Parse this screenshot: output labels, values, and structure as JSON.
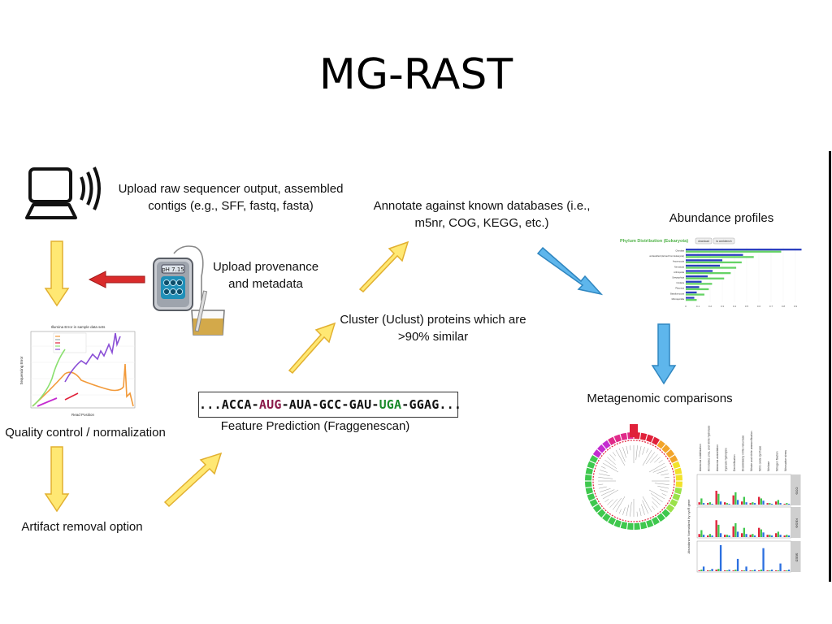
{
  "slide": {
    "title": "MG-RAST"
  },
  "steps": {
    "upload_raw": "Upload raw sequencer output, assembled contigs (e.g., SFF, fastq, fasta)",
    "upload_meta": "Upload provenance and metadata",
    "quality": "Quality control / normalization",
    "artifact": "Artifact removal option",
    "feature": "Feature Prediction (Fraggenescan)",
    "cluster": "Cluster (Uclust) proteins which are >90% similar",
    "annotate": "Annotate against known databases (i.e., m5nr, COG, KEGG, etc.)",
    "abundance": "Abundance profiles",
    "comparisons": "Metagenomic comparisons"
  },
  "sequence": {
    "pre": "...ACCA-",
    "start_codon": "AUG",
    "mid": "-AUA-GCC-GAU-",
    "stop_codon": "UGA",
    "post": "-GGAG..."
  },
  "meter": {
    "display": "pH 7.15"
  },
  "qc_chart": {
    "title": "Illumina Error in sample data sets",
    "xlabel": "Read Position",
    "ylabel": "Sequencing Error"
  },
  "abundance_chart": {
    "title": "Phylum Distribution (Eukaryota)",
    "btn_download": "download",
    "btn_workbench": "to workbench",
    "categories": [
      "Chordata",
      "unclassified (derived from Eukaryota)",
      "Ascomycota",
      "Nematoda",
      "Arthropoda",
      "Streptophyta",
      "Cnidaria",
      "Placozoa",
      "Basidiomycota",
      "Microsporidia"
    ],
    "series_a": [
      0.95,
      0.47,
      0.3,
      0.28,
      0.22,
      0.18,
      0.13,
      0.11,
      0.09,
      0.07
    ],
    "series_b": [
      0.87,
      0.62,
      0.51,
      0.46,
      0.41,
      0.35,
      0.24,
      0.21,
      0.17,
      0.1
    ],
    "ticks": [
      "0",
      "0.1",
      "0.2",
      "0.3",
      "0.4",
      "0.5",
      "0.6",
      "0.7",
      "0.8",
      "0.9"
    ]
  },
  "heatmap_chart": {
    "ylabel": "Abundance Normalized by cycR gene",
    "columns": [
      "Ammonia volatilization",
      "Annotated, urea, and nitrile hydrolase",
      "Ammonia assimilation",
      "Cyanate hydrolysis",
      "Denitrification",
      "Dissimilatory nitrite reductase",
      "Nitrate and nitrite ammonification",
      "Nitric oxide synthase",
      "Nitrilase",
      "Nitrogen fixation",
      "Nitrosative stress"
    ],
    "rows": [
      "COG",
      "KEGG",
      "SEED"
    ]
  },
  "colors": {
    "yellow_arrow": "#ffe873",
    "red_arrow": "#d92b2b",
    "blue_arrow": "#5eb6ec"
  }
}
